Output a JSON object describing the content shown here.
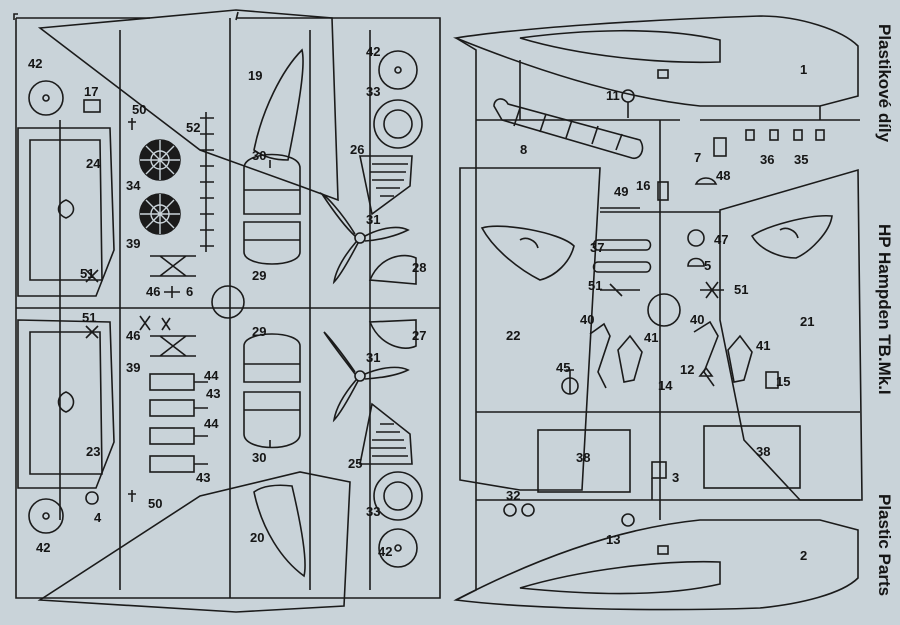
{
  "titles": {
    "czech": "Plastikové díly",
    "model": "HP Hampden TB.Mk.I",
    "english": "Plastic Parts"
  },
  "colors": {
    "background": "#c9d3d9",
    "line": "#1b1b1b"
  },
  "parts": {
    "p1": "1",
    "p2": "2",
    "p3": "3",
    "p4": "4",
    "p5": "5",
    "p6": "6",
    "p7": "7",
    "p8": "8",
    "p11": "11",
    "p12": "12",
    "p13": "13",
    "p14": "14",
    "p15": "15",
    "p16": "16",
    "p17": "17",
    "p19": "19",
    "p20": "20",
    "p21": "21",
    "p22": "22",
    "p23": "23",
    "p24": "24",
    "p25": "25",
    "p26": "26",
    "p27": "27",
    "p28": "28",
    "p29": "29",
    "p30": "30",
    "p31": "31",
    "p32": "32",
    "p33": "33",
    "p34": "34",
    "p35": "35",
    "p36": "36",
    "p37": "37",
    "p38": "38",
    "p39": "39",
    "p40": "40",
    "p41": "41",
    "p42": "42",
    "p43": "43",
    "p44": "44",
    "p45": "45",
    "p46": "46",
    "p47": "47",
    "p48": "48",
    "p49": "49",
    "p50": "50",
    "p51": "51",
    "p52": "52"
  }
}
